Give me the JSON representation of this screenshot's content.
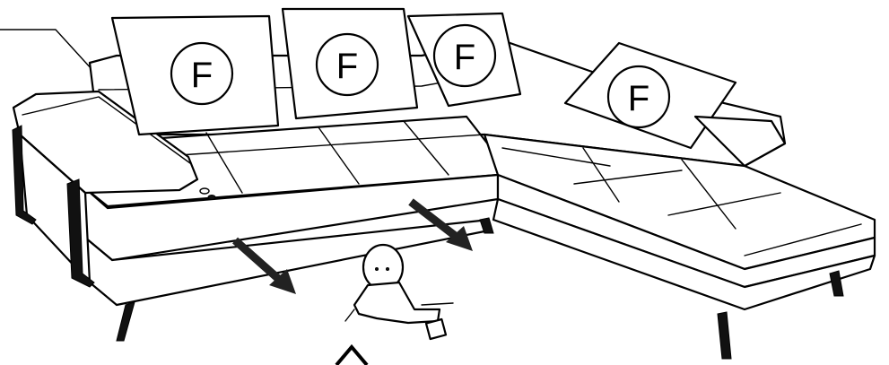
{
  "cushion_marker": "F",
  "colors": {
    "line": "#000000",
    "background": "#ffffff",
    "arrow": "#222222"
  },
  "icons": [
    "sofa-illustration",
    "baby-illustration",
    "arrow-icon",
    "caret-up-icon",
    "callout-line"
  ]
}
